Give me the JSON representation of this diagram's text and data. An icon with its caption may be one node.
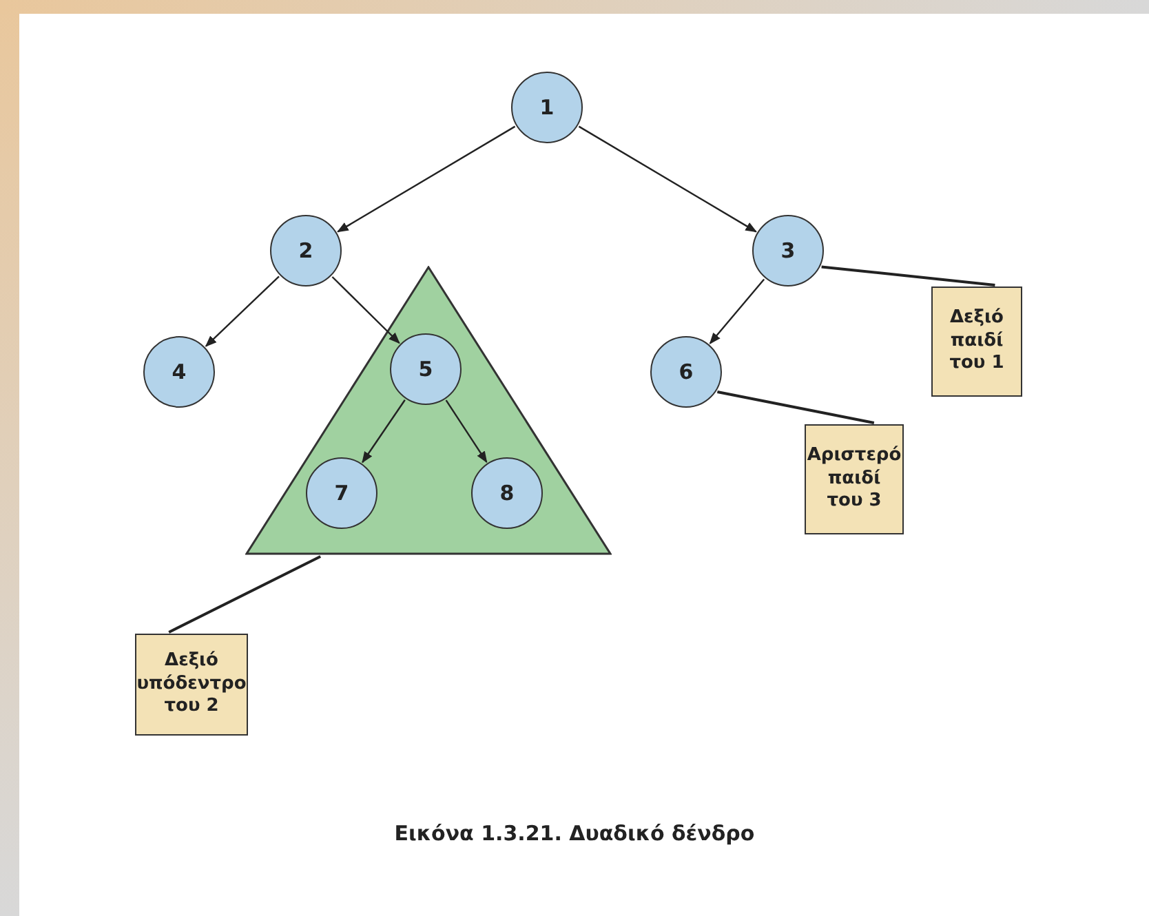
{
  "diagram": {
    "caption": "Εικόνα 1.3.21. Δυαδικό δένδρο",
    "nodes": [
      {
        "text": [
          "1"
        ]
      },
      {
        "text": [
          "2"
        ]
      },
      {
        "text": [
          "3"
        ]
      },
      {
        "text": [
          "4"
        ]
      },
      {
        "text": [],
        "shape": "triangle"
      },
      {
        "text": [
          "5"
        ],
        "in": 4
      },
      {
        "text": [
          "7"
        ],
        "in": 4
      },
      {
        "text": [
          "8"
        ],
        "in": 4
      },
      {
        "text": [
          "6"
        ]
      },
      {
        "text": [
          "Δεξιό παιδί του 1"
        ]
      },
      {
        "text": [
          "Αριστερό παιδί του 3"
        ]
      },
      {
        "text": [
          "Δεξιό υπόδεντρο του 2"
        ]
      }
    ],
    "edges": [
      {
        "from": 0,
        "to": 1,
        "arrow": "to"
      },
      {
        "from": 0,
        "to": 2,
        "arrow": "to"
      },
      {
        "from": 1,
        "to": 3,
        "arrow": "to"
      },
      {
        "from": 1,
        "to": 5,
        "arrow": "to"
      },
      {
        "from": 2,
        "to": 8,
        "arrow": "to"
      },
      {
        "from": 5,
        "to": 6,
        "arrow": "to"
      },
      {
        "from": 5,
        "to": 7,
        "arrow": "to"
      },
      {
        "from": 9,
        "to": 2,
        "arrow": "none"
      },
      {
        "from": 10,
        "to": 8,
        "arrow": "none"
      },
      {
        "from": 11,
        "to": 4,
        "arrow": "none"
      }
    ]
  }
}
